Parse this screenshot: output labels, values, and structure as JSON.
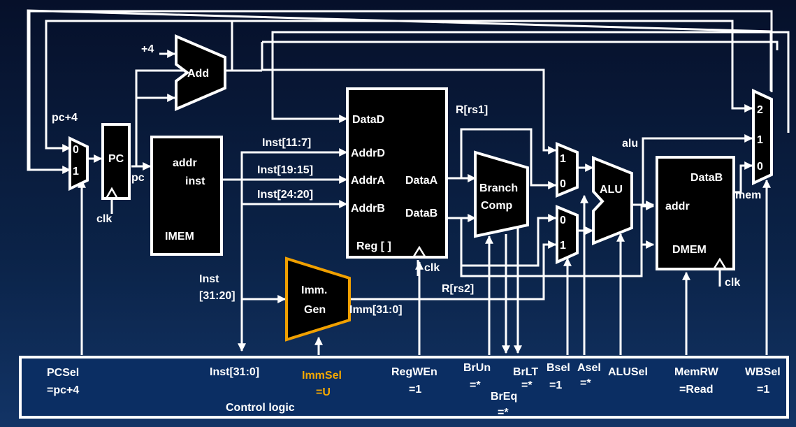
{
  "accent_color": "#f0a000",
  "labels": {
    "plus4": "+4",
    "add": "Add",
    "pc_plus4": "pc+4",
    "pc": "PC",
    "pc_out": "pc",
    "clk": "clk",
    "mux0": "0",
    "mux1": "1",
    "mux2": "2",
    "addr": "addr",
    "inst": "inst",
    "imem": "IMEM",
    "inst_11_7": "Inst[11:7]",
    "inst_19_15": "Inst[19:15]",
    "inst_24_20": "Inst[24:20]",
    "inst_31_20_a": "Inst",
    "inst_31_20_b": "[31:20]",
    "datad": "DataD",
    "addrd": "AddrD",
    "addra": "AddrA",
    "addrb": "AddrB",
    "dataa": "DataA",
    "datab": "DataB",
    "reg": "Reg [ ]",
    "r_rs1": "R[rs1]",
    "r_rs2": "R[rs2]",
    "imm_a": "Imm.",
    "imm_b": "Gen",
    "imm_31_0": "Imm[31:0]",
    "branch_a": "Branch",
    "branch_b": "Comp",
    "alu": "ALU",
    "alu_wire": "alu",
    "dmem": "DMEM",
    "datab_mem": "DataB",
    "mem": "mem"
  },
  "control": {
    "pcsel": "PCSel",
    "pcsel_val": "=pc+4",
    "inst": "Inst[31:0]",
    "immsel": "ImmSel",
    "immsel_val": "=U",
    "regwen": "RegWEn",
    "regwen_val": "=1",
    "brun": "BrUn",
    "brun_val": "=*",
    "breq": "BrEq",
    "breq_val": "=*",
    "brlt": "BrLT",
    "brlt_val": "=*",
    "bsel": "Bsel",
    "bsel_val": "=1",
    "asel": "Asel",
    "asel_val": "=*",
    "alusel": "ALUSel",
    "memrw": "MemRW",
    "memrw_val": "=Read",
    "wbsel": "WBSel",
    "wbsel_val": "=1",
    "title": "Control logic"
  }
}
